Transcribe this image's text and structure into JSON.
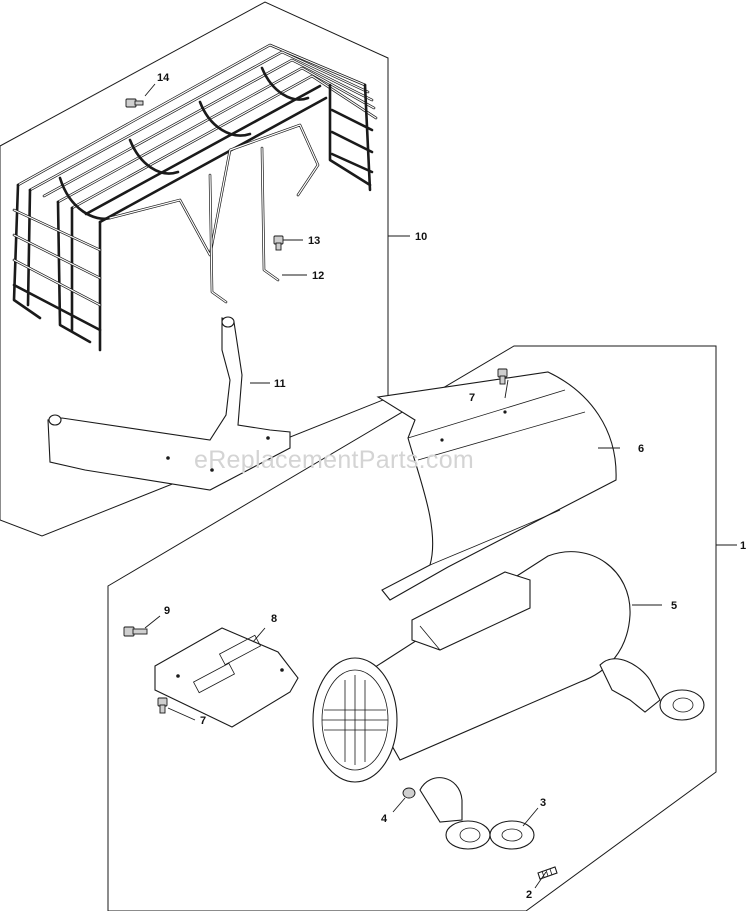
{
  "watermark": "eReplacementParts.com",
  "callouts": {
    "c1": "1",
    "c2": "2",
    "c3": "3",
    "c4": "4",
    "c5": "5",
    "c6": "6",
    "c7a": "7",
    "c7b": "7",
    "c8": "8",
    "c9": "9",
    "c10": "10",
    "c11": "11",
    "c12": "12",
    "c13": "13",
    "c14": "14"
  }
}
